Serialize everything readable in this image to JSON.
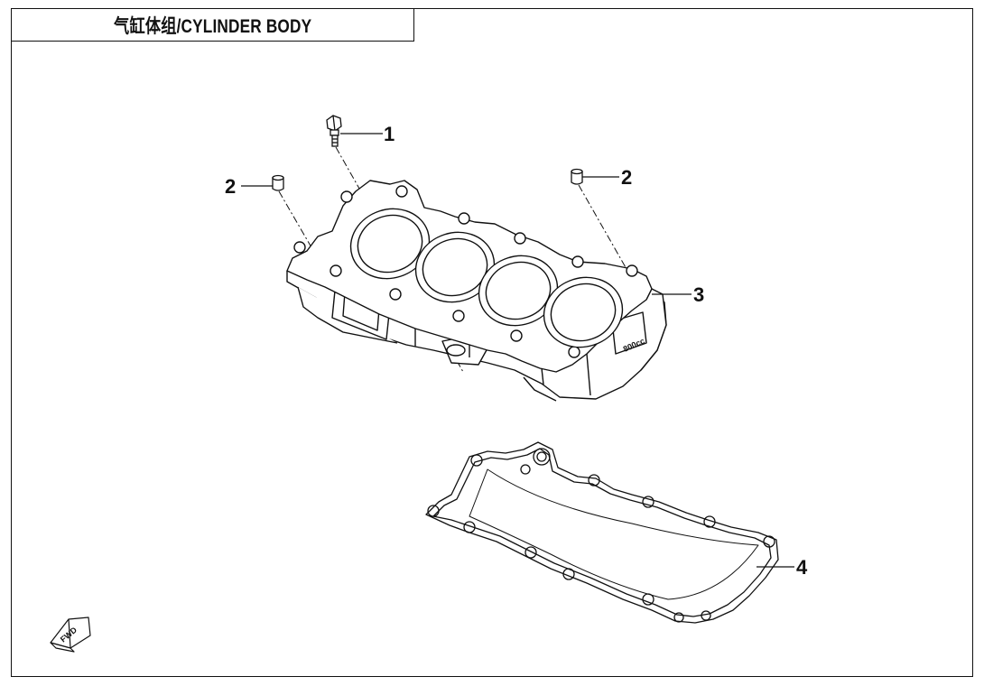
{
  "diagram": {
    "title": "气缸体组/CYLINDER BODY",
    "callouts": [
      {
        "id": "1"
      },
      {
        "id": "2"
      },
      {
        "id": "2"
      },
      {
        "id": "3"
      },
      {
        "id": "4"
      }
    ],
    "cylinder_marking": "800cc",
    "direction_label": "FWD"
  }
}
